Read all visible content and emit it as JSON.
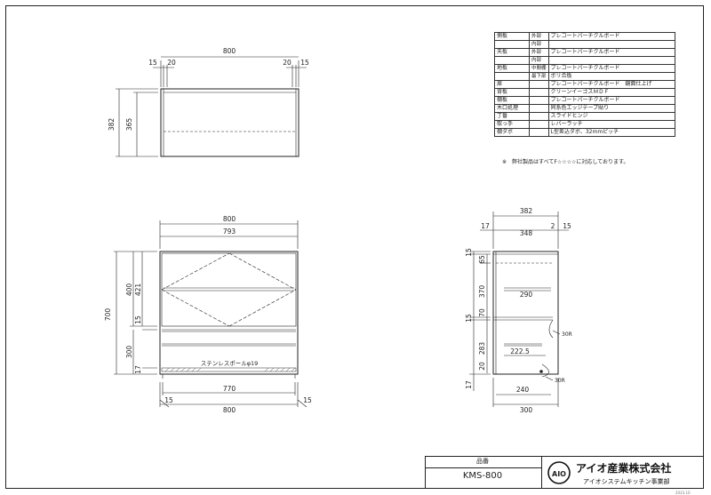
{
  "drawing": {
    "top_view": {
      "overall_width": "800",
      "left_outer": "15",
      "left_inner": "20",
      "right_inner": "20",
      "right_outer": "15",
      "total_depth": "382",
      "inner_depth": "365"
    },
    "front_view": {
      "overall_width": "800",
      "inner_width": "793",
      "total_height": "700",
      "upper_height": "421",
      "upper_inner": "400",
      "mid_gap": "15",
      "lower_height": "300",
      "bottom_gap": "17",
      "rail_label": "ステンレスポールφ19",
      "lower_inner_width": "770",
      "foot_left": "15",
      "foot_right": "15",
      "bottom_width": "800"
    },
    "side_view": {
      "total_depth": "382",
      "left_margin": "17",
      "inner_depth": "348",
      "gap": "2",
      "right_margin": "15",
      "top_thk": "15",
      "upper_top": "65",
      "upper_mid": "370",
      "shelf_depth": "290",
      "mid_thk": "15",
      "mid_70": "70",
      "radius1": "30R",
      "lower_283": "283",
      "lower_shelf": "222.5",
      "lower_20": "20",
      "radius2": "30R",
      "bottom_thk": "17",
      "bottom_inner": "240",
      "bottom_width": "300"
    }
  },
  "spec_table": [
    [
      "側板",
      "外部",
      "プレコートパーチクルボード"
    ],
    [
      "",
      "内部",
      ""
    ],
    [
      "天板",
      "外部",
      "プレコートパーチクルボード"
    ],
    [
      "",
      "内部",
      ""
    ],
    [
      "地板",
      "中間棚",
      "プレコートパーチクルボード"
    ],
    [
      "",
      "最下部",
      "ポリ合板"
    ],
    [
      "扉",
      "",
      "プレコートパーチクルボード　鏡面仕上げ"
    ],
    [
      "背板",
      "",
      "クリーンイーゴスＭＤＦ"
    ],
    [
      "棚板",
      "",
      "プレコートパーチクルボード"
    ],
    [
      "木口処理",
      "",
      "同系色エッジテープ貼り"
    ],
    [
      "丁番",
      "",
      "スライドヒンジ"
    ],
    [
      "取っ手",
      "",
      "レバーラッチ"
    ],
    [
      "棚ダボ",
      "",
      "L型差込ダボ、32mmピッチ"
    ]
  ],
  "note": "※　弊社製品はすべてF☆☆☆☆に対応しております。",
  "title_block": {
    "label": "品番",
    "model": "KMS-800",
    "company": "アイオ産業株式会社",
    "division": "アイオシステムキッチン事業部",
    "logo_text": "AIO"
  },
  "revision": "2023.10"
}
